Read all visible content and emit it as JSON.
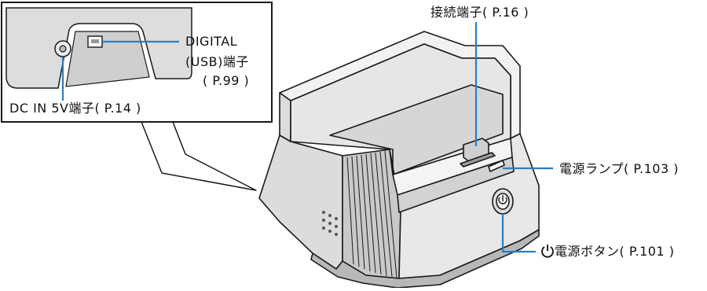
{
  "labels": {
    "connector": "接続端子( P.16 )",
    "digital_usb_line1": "DIGITAL",
    "digital_usb_line2": "(USB)端子",
    "digital_usb_line3": "( P.99 )",
    "dc_in": "DC IN 5V端子( P.14 )",
    "power_lamp": "電源ランプ( P.103 )",
    "power_button": "電源ボタン( P.101 )"
  },
  "icons": {
    "power_symbol": "power-icon"
  },
  "colors": {
    "callout_line": "#2a7fc0",
    "outline": "#1a1a1a",
    "body_light": "#f2f2f2",
    "body_mid": "#dcdcdc",
    "body_dark": "#b8b8b8"
  }
}
